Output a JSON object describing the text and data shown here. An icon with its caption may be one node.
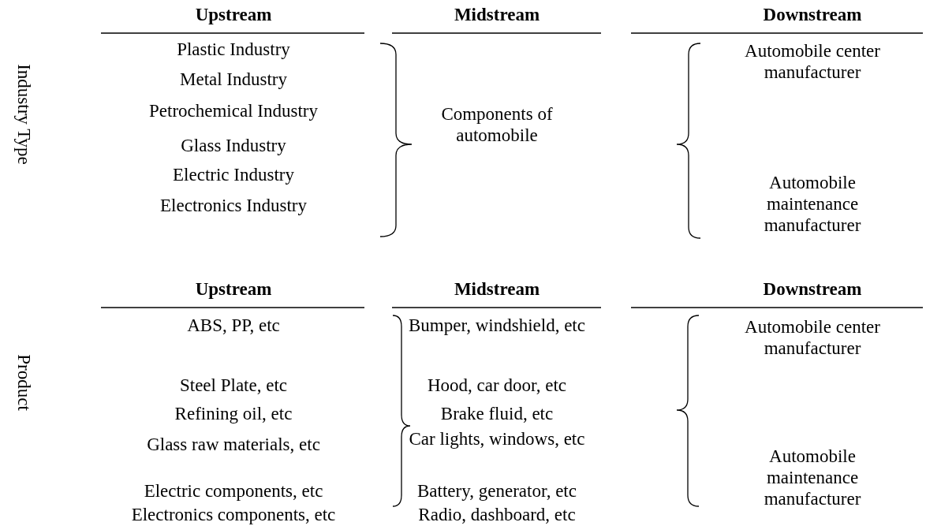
{
  "diagram": {
    "labels": [
      "Upstream",
      "Midstream",
      "Downstream",
      "Industry Type",
      "Plastic Industry",
      "Metal Industry",
      "Petrochemical Industry",
      "Glass Industry",
      "Electric Industry",
      "Electronics Industry",
      "Components of automobile",
      "Automobile center manufacturer",
      "Automobile maintenance manufacturer",
      "Upstream",
      "Midstream",
      "Downstream",
      "Product",
      "ABS, PP, etc",
      "Steel Plate, etc",
      "Refining oil, etc",
      "Glass raw materials, etc",
      "Electric components, etc",
      "Electronics components, etc",
      "Bumper, windshield, etc",
      "Hood, car door, etc",
      "Brake fluid, etc",
      "Car lights, windows, etc",
      "Battery, generator, etc",
      "Radio, dashboard, etc",
      "Automobile center manufacturer",
      "Automobile maintenance manufacturer"
    ]
  }
}
